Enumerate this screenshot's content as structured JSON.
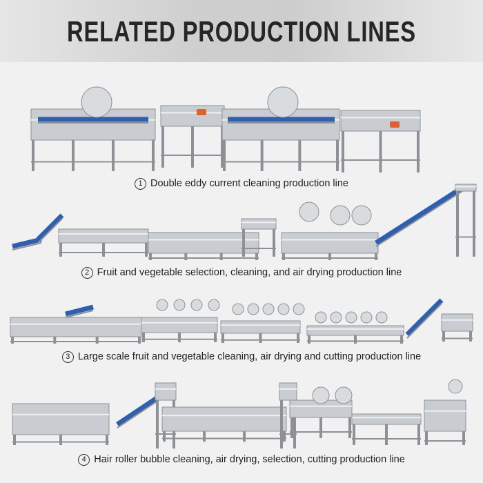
{
  "header": {
    "title": "RELATED PRODUCTION LINES"
  },
  "lines": [
    {
      "number": "1",
      "caption": "Double eddy current cleaning production line"
    },
    {
      "number": "2",
      "caption": "Fruit and vegetable selection, cleaning, and air drying production line"
    },
    {
      "number": "3",
      "caption": "Large scale fruit and vegetable cleaning, air drying and cutting production line"
    },
    {
      "number": "4",
      "caption": "Hair roller bubble cleaning, air drying, selection, cutting production line"
    }
  ],
  "colors": {
    "steel": "#c9ccd0",
    "steel_dark": "#8d9196",
    "conveyor": "#2f5fb0",
    "motor": "#e0622a"
  }
}
